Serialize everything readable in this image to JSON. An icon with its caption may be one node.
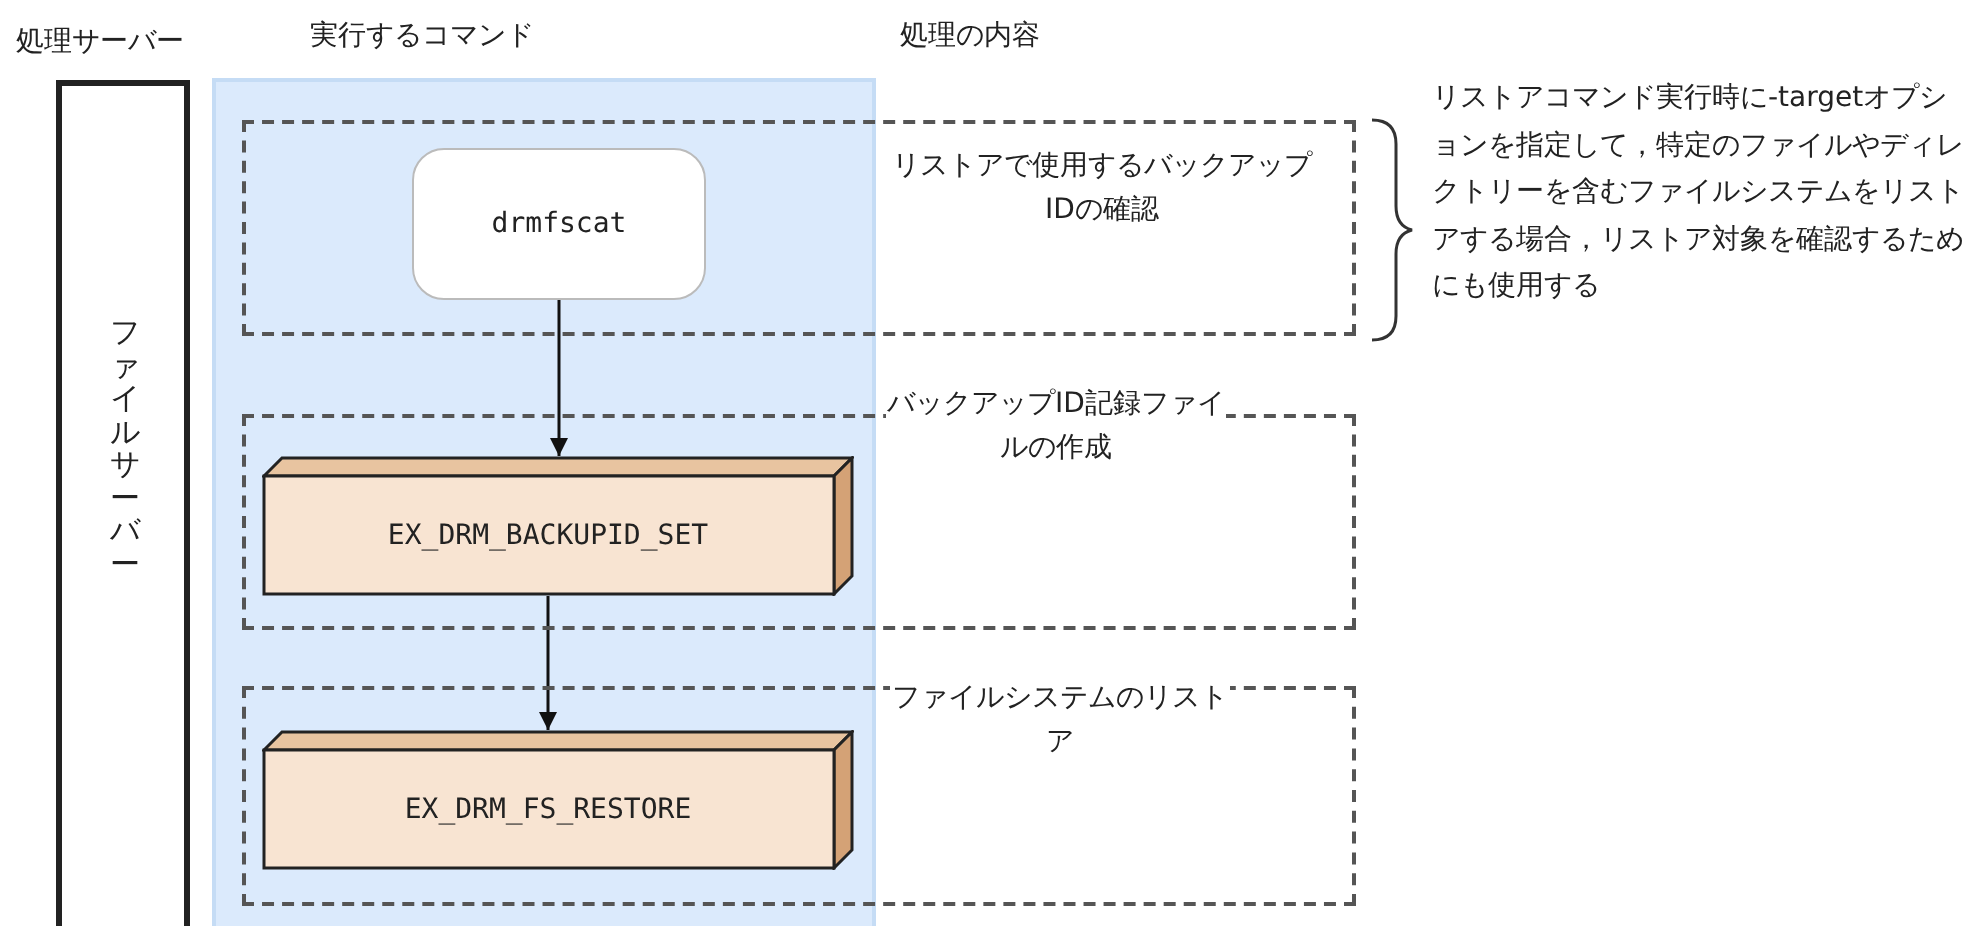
{
  "diagram": {
    "nodes": [
      {
        "text": [
          "処理サーバー",
          "ファイルサーバー"
        ]
      },
      {
        "text": [
          "リストアで使用するバックアップIDの確認"
        ]
      },
      {
        "text": [
          "drmfscat"
        ],
        "in": 1
      },
      {
        "text": [
          "バックアップID記録ファイルの作成"
        ]
      },
      {
        "text": [
          "EX_DRM_BACKUPID_SET"
        ],
        "in": 3
      },
      {
        "text": [
          "ファイルシステムのリストア"
        ]
      },
      {
        "text": [
          "EX_DRM_FS_RESTORE"
        ],
        "in": 5
      }
    ],
    "edges": [
      {
        "from": 2,
        "to": 4,
        "arrow": "to"
      },
      {
        "from": 4,
        "to": 6,
        "arrow": "to"
      }
    ],
    "labels": [
      "実行するコマンド",
      "処理の内容",
      "リストアコマンド実行時に-targetオプションを指定して，特定のファイルやディレクトリーを含むファイルシステムをリストアする場合，リストア対象を確認するためにも使用する"
    ]
  }
}
